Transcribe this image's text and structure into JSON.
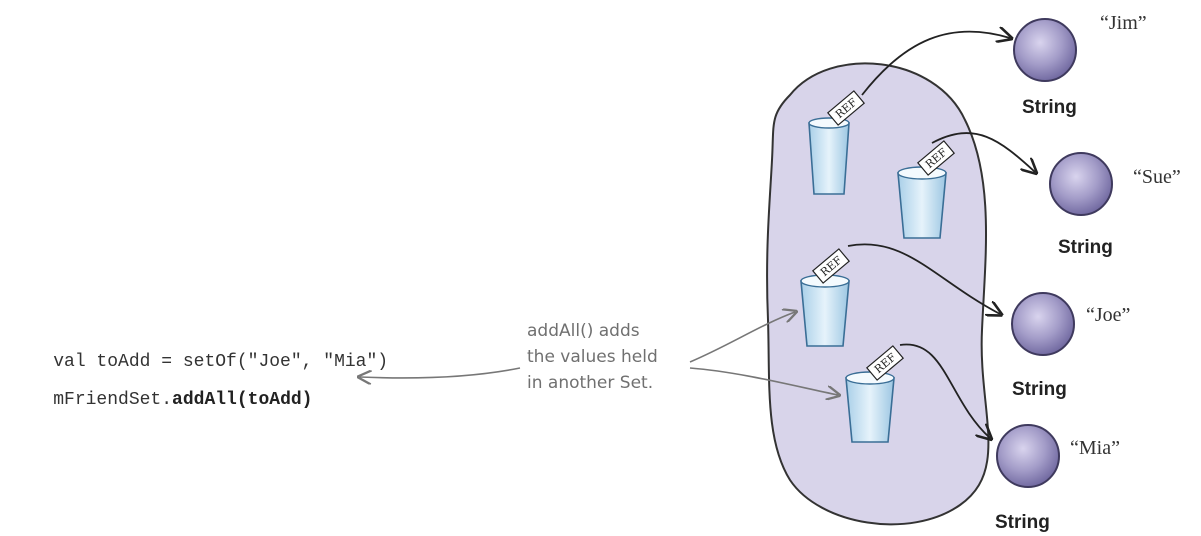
{
  "code": {
    "line1": "val toAdd = setOf(\"Joe\", \"Mia\")",
    "line2_object": "mFriendSet.",
    "line2_call": "addAll(toAdd)"
  },
  "annotation": {
    "lines": [
      "addAll() adds",
      "the values held",
      "in another Set."
    ]
  },
  "set": {
    "ref_label": "REF",
    "fill_color": "#d8d4ea",
    "cup_color": "#cfe6f5"
  },
  "objects": [
    {
      "value": "“Jim”",
      "type": "String"
    },
    {
      "value": "“Sue”",
      "type": "String"
    },
    {
      "value": "“Joe”",
      "type": "String"
    },
    {
      "value": "“Mia”",
      "type": "String"
    }
  ]
}
